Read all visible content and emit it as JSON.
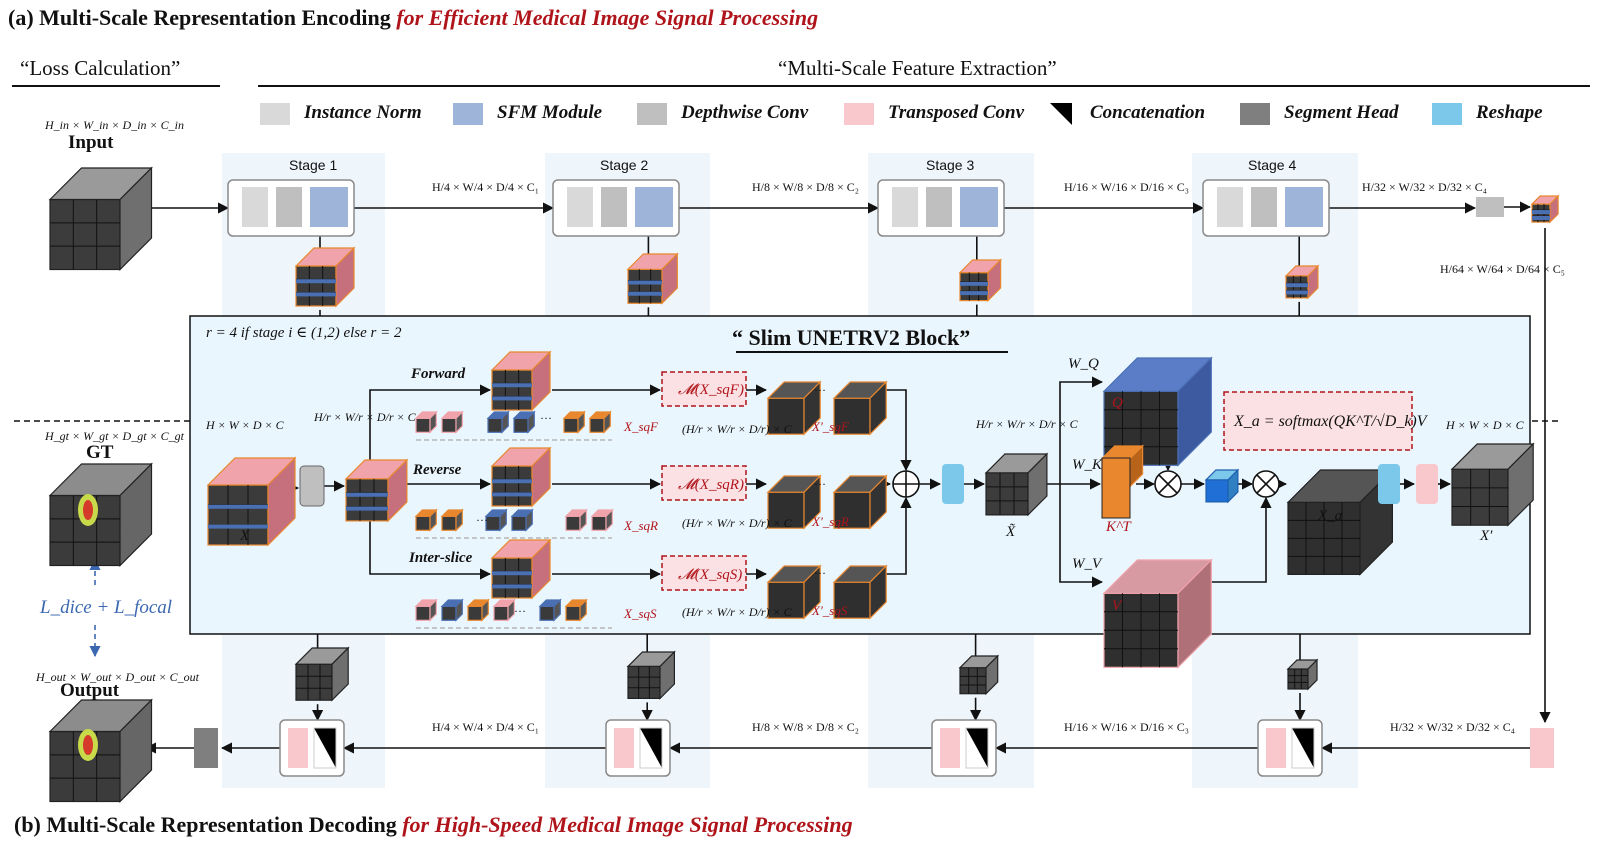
{
  "colors": {
    "instance_norm": "#d9d9d9",
    "sfm_module": "#9fb4d9",
    "depthwise_conv": "#bfbfbf",
    "transposed_conv": "#f8c8cc",
    "segment_head": "#7f7f7f",
    "reshape": "#7cc8ea",
    "stage_band": "#eef6fc",
    "block_bg": "#eaf6fd",
    "accent_red": "#b0141b",
    "accent_blue": "#3b68b0",
    "cube_pink": "#f0a3ab",
    "cube_blue": "#4a6fb3",
    "cube_orange": "#e8872e"
  },
  "header": {
    "title_a_prefix": "(a) Multi-Scale Representation Encoding",
    "title_a_suffix": "for Efficient Medical Image Signal Processing",
    "title_b_prefix": "(b) Multi-Scale Representation Decoding",
    "title_b_suffix": "for High-Speed Medical Image Signal Processing",
    "loss_section": "“Loss Calculation”",
    "feature_section": "“Multi-Scale Feature Extraction”"
  },
  "legend": [
    {
      "label": "Instance Norm",
      "icon": "gray-square-icon"
    },
    {
      "label": "SFM Module",
      "icon": "blue-square-icon"
    },
    {
      "label": "Depthwise Conv",
      "icon": "gray-square-icon"
    },
    {
      "label": "Transposed Conv",
      "icon": "pink-square-icon"
    },
    {
      "label": "Concatenation",
      "icon": "black-triangle-icon"
    },
    {
      "label": "Segment Head",
      "icon": "dark-square-icon"
    },
    {
      "label": "Reshape",
      "icon": "cyan-square-icon"
    }
  ],
  "stages": [
    "Stage 1",
    "Stage 2",
    "Stage 3",
    "Stage 4"
  ],
  "io": {
    "input_label": "Input",
    "input_dim": "H_in × W_in × D_in × C_in",
    "gt_label": "GT",
    "gt_dim": "H_gt × W_gt × D_gt × C_gt",
    "output_label": "Output",
    "output_dim": "H_out × W_out × D_out × C_out",
    "loss": "L_dice + L_focal"
  },
  "encoder_dims": [
    "H/4 × W/4 × D/4 × C₁",
    "H/8 × W/8 × D/8 × C₂",
    "H/16 × W/16 × D/16 × C₃",
    "H/32 × W/32 × D/32 × C₄"
  ],
  "bottleneck_dim": "H/64 × W/64 × D/64 × C₅",
  "decoder_dims": [
    "H/4 × W/4 × D/4 × C₁",
    "H/8 × W/8 × D/8 × C₂",
    "H/16 × W/16 × D/16 × C₃",
    "H/32 × W/32 × D/32 × C₄"
  ],
  "block": {
    "title": "“ Slim UNETRV2 Block”",
    "r_rule": "r = 4 if stage i ∈ (1,2) else r = 2",
    "in_dim": "H × W × D × C",
    "reduced_dim": "H/r × W/r × D/r × C",
    "x_label": "X",
    "paths": [
      {
        "name": "Forward",
        "mamba": "𝓜(X_sqF)",
        "seq": "X_sqF",
        "out": "X′_sqF",
        "dim": "(H/r × W/r × D/r) × C"
      },
      {
        "name": "Reverse",
        "mamba": "𝓜(X_sqR)",
        "seq": "X_sqR",
        "out": "X′_sqR",
        "dim": "(H/r × W/r × D/r) × C"
      },
      {
        "name": "Inter-slice",
        "mamba": "𝓜(X_sqS)",
        "seq": "X_sqS",
        "out": "X′_sqS",
        "dim": "(H/r × W/r × D/r) × C"
      }
    ],
    "ellipsis": "···",
    "x_tilde_dim": "H/r × W/r × D/r × C",
    "x_tilde": "X̃",
    "wq": "W_Q",
    "wk": "W_K",
    "wv": "W_V",
    "q": "Q",
    "kt": "K^T",
    "v": "V",
    "xa": "X_a",
    "formula": "X_a = softmax(QK^T/√D_k)V",
    "out_dim": "H × W × D × C",
    "x_prime": "X′"
  }
}
